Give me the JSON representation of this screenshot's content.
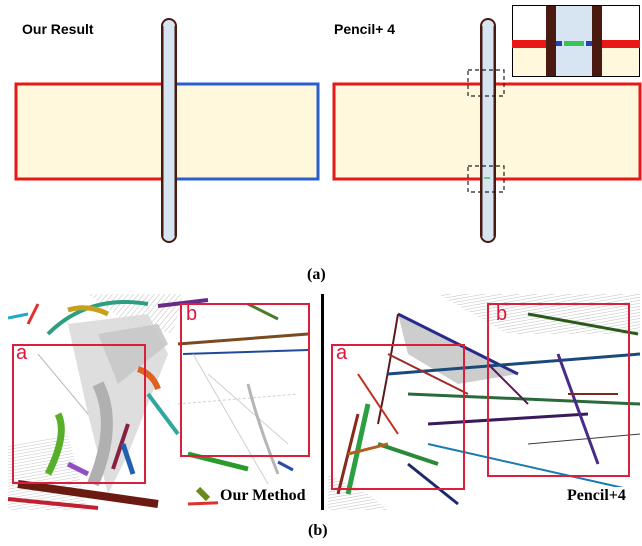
{
  "figure_a": {
    "left_label": "Our Result",
    "right_label": "Pencil+ 4",
    "caption": "(a)"
  },
  "figure_b": {
    "left_label": "Our Method",
    "right_label": "Pencil+4",
    "caption": "(b)",
    "zoom_boxes": [
      "a",
      "b"
    ]
  },
  "colors": {
    "plane_fill": "#fff8dc",
    "plane_red": "#e81818",
    "plane_blue": "#2a5fd0",
    "rod_fill": "#d7e5f3",
    "rod_edge": "#4a1a10",
    "zoom_box": "#d8203c",
    "highlight_green": "#39c45a"
  }
}
